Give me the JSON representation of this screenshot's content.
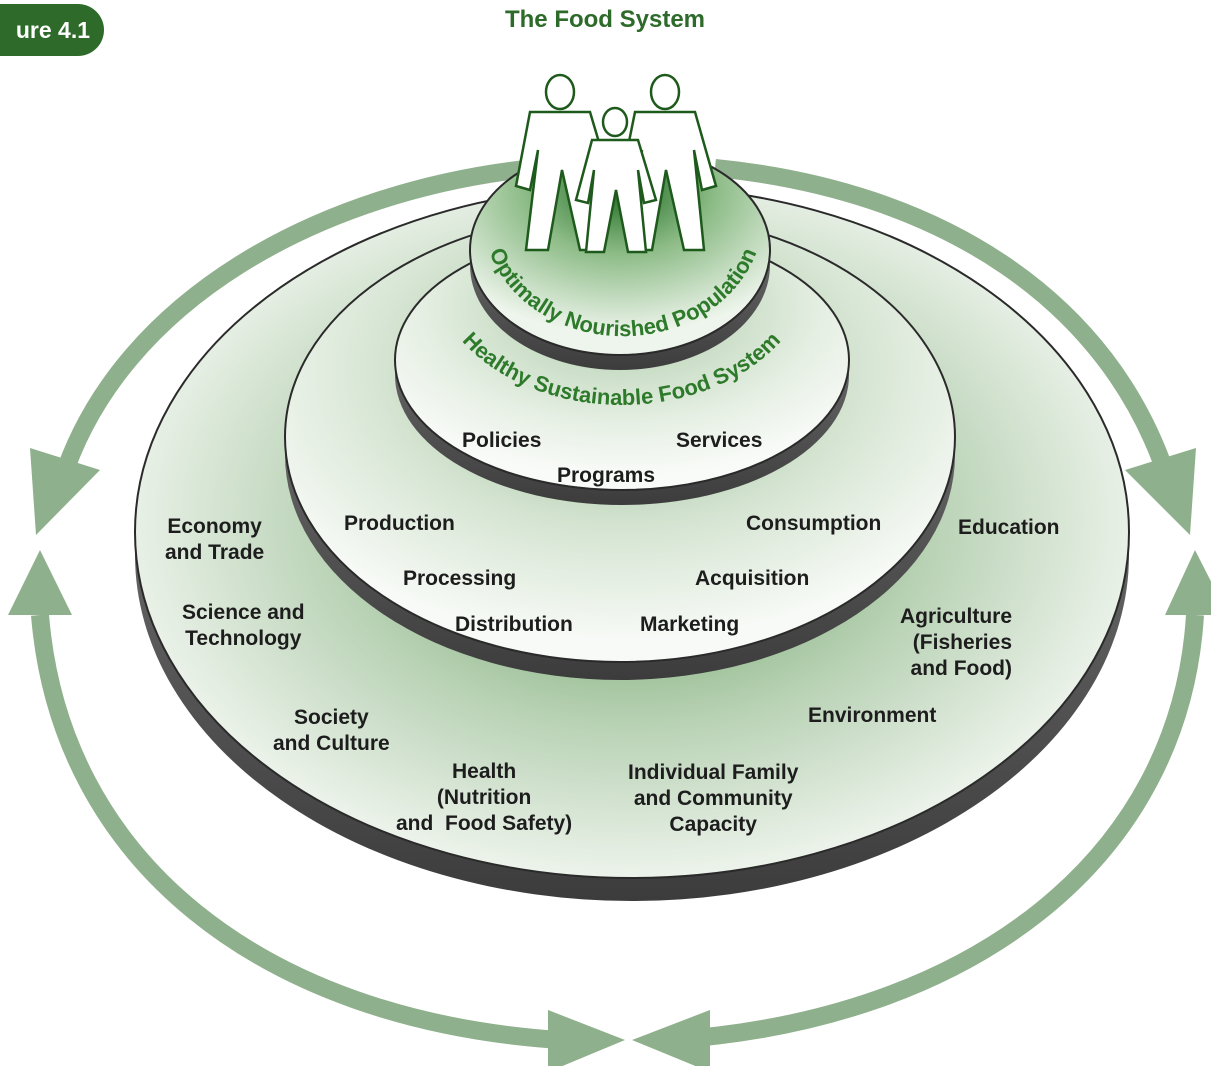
{
  "figure_label": "ure 4.1",
  "title": "The Food System",
  "center": {
    "arc_outer": "Optimally Nourished Population",
    "arc_inner": "Healthy Sustainable Food System"
  },
  "tier1": {
    "policies": "Policies",
    "services": "Services",
    "programs": "Programs"
  },
  "tier2": {
    "production": "Production",
    "consumption": "Consumption",
    "processing": "Processing",
    "acquisition": "Acquisition",
    "distribution": "Distribution",
    "marketing": "Marketing"
  },
  "tier3": {
    "economy": "Economy\nand Trade",
    "education": "Education",
    "science": "Science and\nTechnology",
    "agriculture": "Agriculture\n(Fisheries\nand Food)",
    "society": "Society\nand Culture",
    "environment": "Environment",
    "health": "Health\n(Nutrition\nand  Food Safety)",
    "capacity": "Individual Family\nand Community\nCapacity"
  },
  "colors": {
    "brand_green": "#2e6b2a",
    "arrow_green": "#8fb08c",
    "disk_light": "#f7faf6",
    "disk_dark": "#6f9c69"
  },
  "icons": [
    "people-icon",
    "cycle-arrow-icon"
  ]
}
